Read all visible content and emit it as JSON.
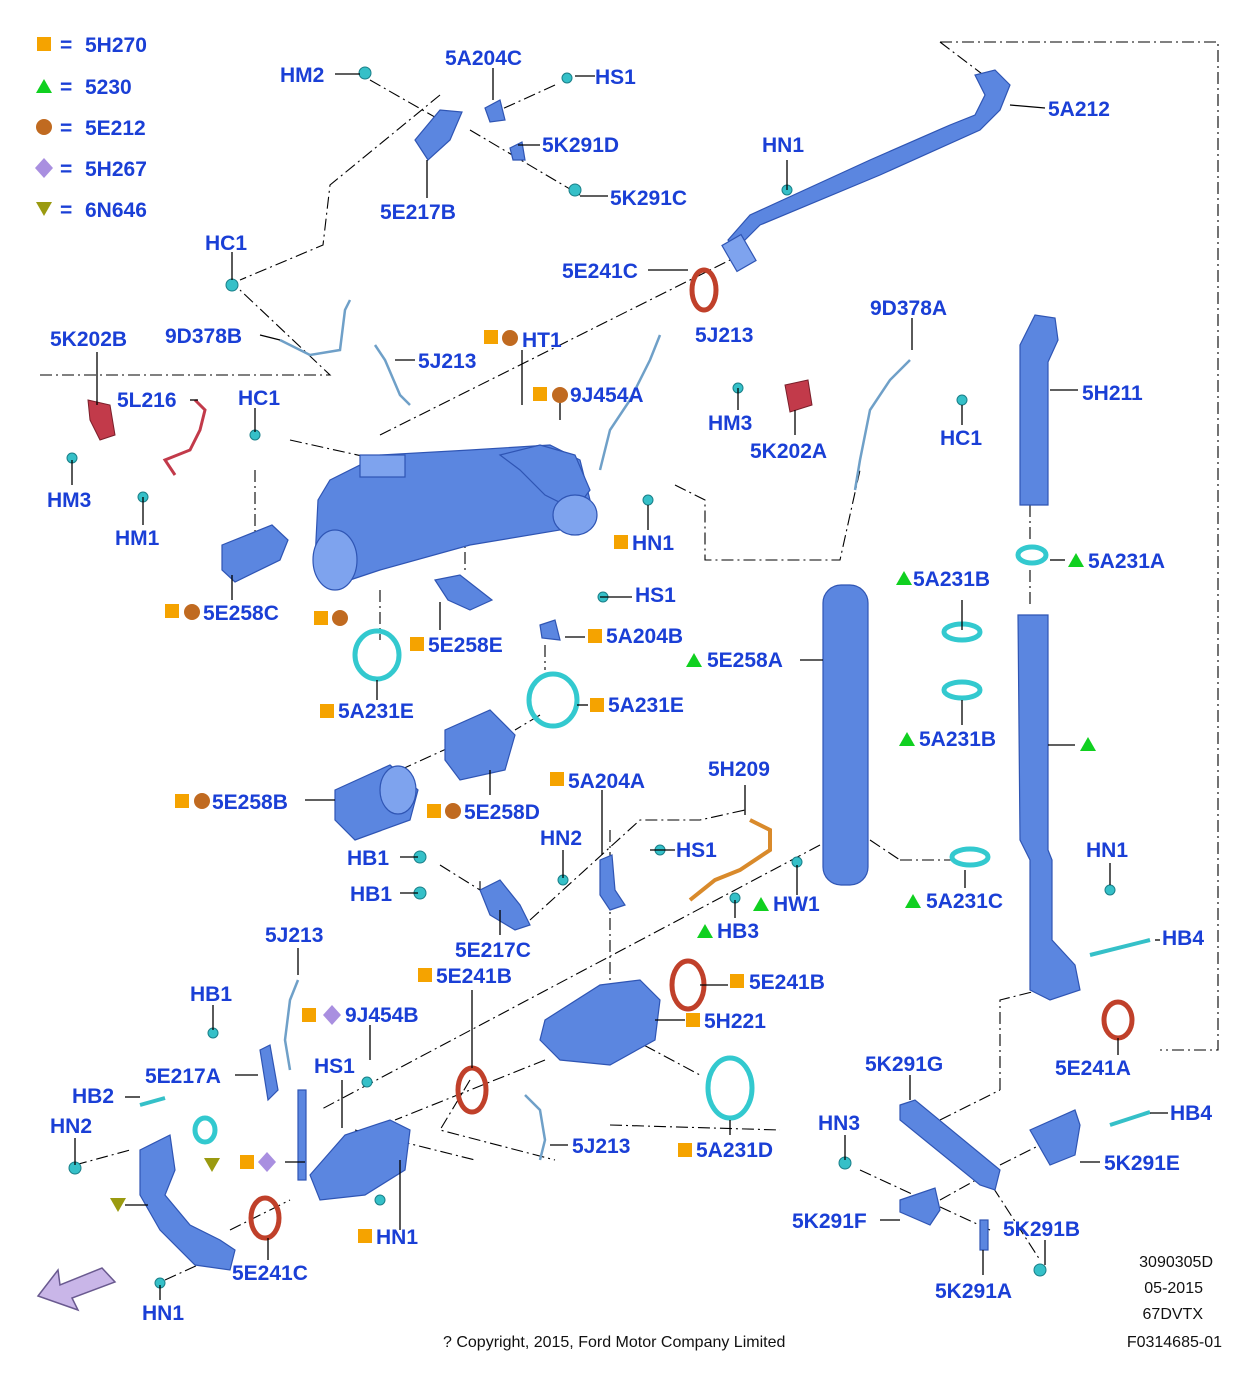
{
  "legend": [
    {
      "symbol": "square",
      "color": "#f5a300",
      "code": "5H270"
    },
    {
      "symbol": "triangle-up",
      "color": "#10d020",
      "code": "5230"
    },
    {
      "symbol": "circle",
      "color": "#c06a20",
      "code": "5E212"
    },
    {
      "symbol": "diamond",
      "color": "#a98fe0",
      "code": "5H267"
    },
    {
      "symbol": "triangle-down",
      "color": "#9a9a10",
      "code": "6N646"
    }
  ],
  "legend_eq": "=",
  "labels": {
    "hm2": "HM2",
    "a5204c": "5A204C",
    "hs1_top": "HS1",
    "k5291d": "5K291D",
    "k5291c": "5K291C",
    "e5217b": "5E217B",
    "a5212": "5A212",
    "hn1_top": "HN1",
    "hc1_top": "HC1",
    "e5241c_top": "5E241C",
    "k5202b": "5K202B",
    "d9378b": "9D378B",
    "j5213_a": "5J213",
    "ht1": "HT1",
    "j5213_b": "5J213",
    "d9378a": "9D378A",
    "l5216": "5L216",
    "hc1_mid": "HC1",
    "j9454a": "9J454A",
    "hm3_right": "HM3",
    "hc1_right": "HC1",
    "k5202a": "5K202A",
    "h5211": "5H211",
    "hm3_left": "HM3",
    "hm1": "HM1",
    "hn1_mid": "HN1",
    "a5231a": "5A231A",
    "e5258c": "5E258C",
    "hs1_mid": "HS1",
    "a5231b_top": "5A231B",
    "a5204b": "5A204B",
    "e5258e": "5E258E",
    "e5258a": "5E258A",
    "a5231e_left": "5A231E",
    "a5231e_right": "5A231E",
    "a5231b_mid": "5A231B",
    "a5204a": "5A204A",
    "h5209": "5H209",
    "e5258b": "5E258B",
    "e5258d": "5E258D",
    "hn2_mid": "HN2",
    "hs1_low": "HS1",
    "hb1_a": "HB1",
    "hn1_right": "HN1",
    "hb1_b": "HB1",
    "hw1": "HW1",
    "a5231c": "5A231C",
    "e5217c": "5E217C",
    "hb3": "HB3",
    "j5213_c": "5J213",
    "hb4_top": "HB4",
    "e5241b_left": "5E241B",
    "e5241b_right": "5E241B",
    "hb1_c": "HB1",
    "j9454b": "9J454B",
    "h5221": "5H221",
    "e5241a": "5E241A",
    "k5291g": "5K291G",
    "hs1_bottom": "HS1",
    "e5217a": "5E217A",
    "hb2": "HB2",
    "hn2_left": "HN2",
    "hn3": "HN3",
    "hb4_bottom": "HB4",
    "j5213_d": "5J213",
    "a5231d": "5A231D",
    "k5291e": "5K291E",
    "hn1_bottom": "HN1",
    "e5241c_bottom": "5E241C",
    "k5291f": "5K291F",
    "k5291b": "5K291B",
    "hn1_left": "HN1",
    "k5291a": "5K291A"
  },
  "footer": {
    "copyright": "? Copyright, 2015, Ford Motor Company Limited",
    "ref1": "3090305D",
    "ref2": "05-2015",
    "ref3": "67DVTX",
    "ref4": "F0314685-01"
  }
}
